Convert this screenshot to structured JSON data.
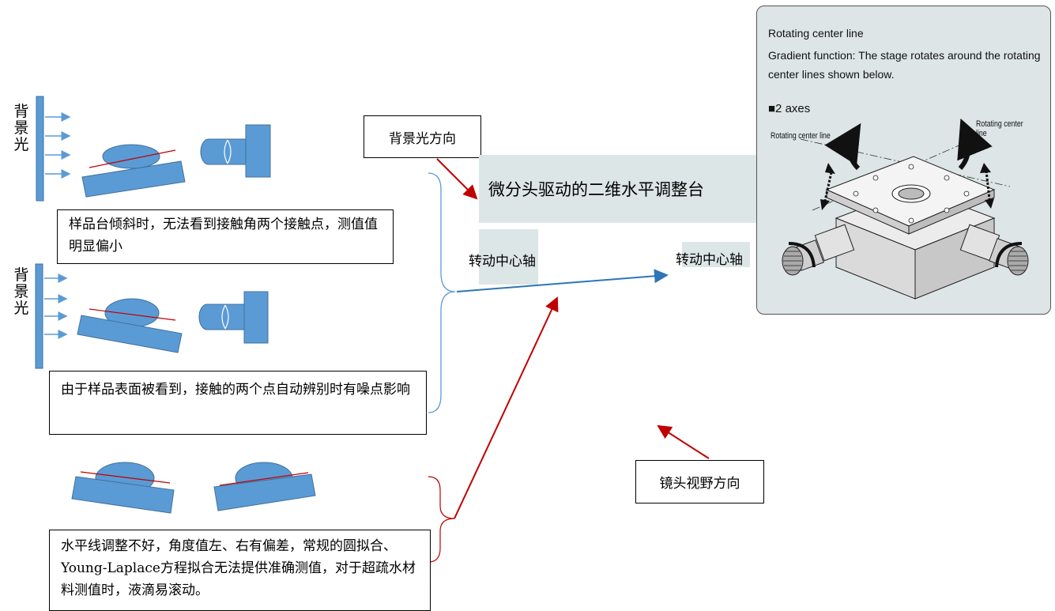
{
  "backlight_label": "背景光",
  "boxes": {
    "tilt_desc": "样品台倾斜时，无法看到接触角两个接触点，测值值明显偏小",
    "surface_desc": "由于样品表面被看到，接触的两个点自动辨别时有噪点影响",
    "level_desc": "水平线调整不好，角度值左、右有偏差，常规的圆拟合、Young-Laplace方程拟合无法提供准确测值，对于超疏水材料测值时，液滴易滚动。"
  },
  "callouts": {
    "backlight_direction": "背景光方向",
    "lens_direction": "镜头视野方向"
  },
  "stage_label": "微分头驱动的二维水平调整台",
  "rotation_axis_label": "转动中心轴",
  "panel": {
    "title": "Rotating center line",
    "desc": "Gradient function: The stage rotates around the rotating center lines shown below.",
    "axes": "■2 axes",
    "line_label": "Rotating center line"
  },
  "colors": {
    "shape_fill": "#5b9bd5",
    "shape_stroke": "#41719c",
    "red_line": "#c00000",
    "blue_arrow": "#2e75b6",
    "grey_box": "#dde6e7"
  }
}
